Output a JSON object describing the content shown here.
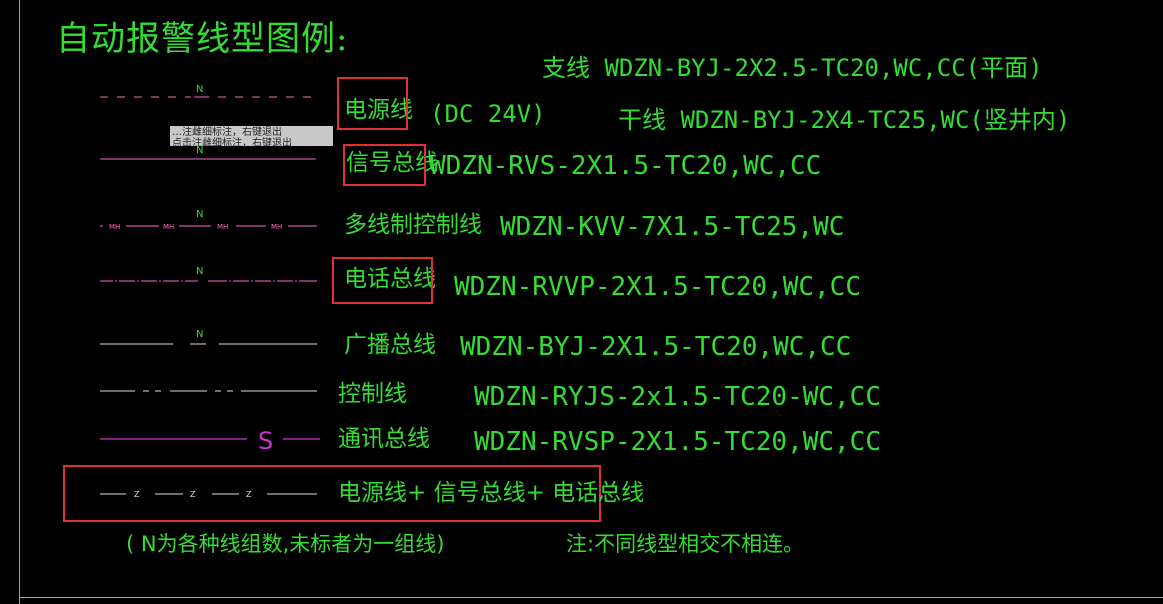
{
  "title": "自动报警线型图例:",
  "notes": {
    "branch_line": "支线 WDZN-BYJ-2X2.5-TC20,WC,CC(平面)",
    "main_line": "干线 WDZN-BYJ-2X4-TC25,WC(竖井内)"
  },
  "tooltip": {
    "line1": "…注雌细标注，右键退出",
    "line2": "点击注雌细标注，右键退出"
  },
  "rows": [
    {
      "symbol": "power-line",
      "mark": "N",
      "name": "电源线",
      "extra": "(DC 24V)",
      "spec": ""
    },
    {
      "symbol": "signal-bus",
      "mark": "N",
      "name": "信号总线",
      "extra": "",
      "spec": "WDZN-RVS-2X1.5-TC20,WC,CC"
    },
    {
      "symbol": "multi-control",
      "mark": "N",
      "mark2": "MH",
      "name": "多线制控制线",
      "extra": "",
      "spec": "WDZN-KVV-7X1.5-TC25,WC"
    },
    {
      "symbol": "phone-bus",
      "mark": "N",
      "name": "电话总线",
      "extra": "",
      "spec": "WDZN-RVVP-2X1.5-TC20,WC,CC"
    },
    {
      "symbol": "broadcast-bus",
      "mark": "N",
      "name": "广播总线",
      "extra": "",
      "spec": "WDZN-BYJ-2X1.5-TC20,WC,CC"
    },
    {
      "symbol": "control-line",
      "mark": "",
      "name": "控制线",
      "extra": "",
      "spec": "WDZN-RYJS-2x1.5-TC20-WC,CC"
    },
    {
      "symbol": "comm-bus",
      "mark": "S",
      "name": "通讯总线",
      "extra": "",
      "spec": "WDZN-RVSP-2X1.5-TC20,WC,CC"
    },
    {
      "symbol": "combined",
      "mark": "Z",
      "name": "电源线+ 信号总线+ 电话总线",
      "extra": "",
      "spec": ""
    }
  ],
  "footer": {
    "left": "( N为各种线组数,未标者为一组线)",
    "right": "注:不同线型相交不相连。"
  },
  "colors": {
    "background": "#000000",
    "text_green": "#33dd33",
    "line_pink": "#ff66cc",
    "line_white": "#dddddd",
    "line_magenta": "#cc33cc",
    "highlight_red": "#e03030",
    "frame_cyan": "#2fd4d4"
  }
}
